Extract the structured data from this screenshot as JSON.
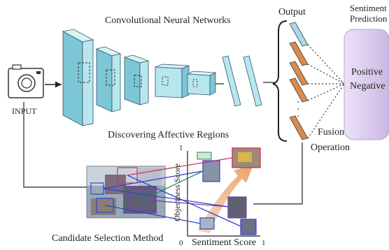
{
  "labels": {
    "cnn": "Convolutional Neural Networks",
    "output": "Output",
    "sentiment_prediction_line1": "Sentiment",
    "sentiment_prediction_line2": "Prediction",
    "positive": "Positive",
    "negative": "Negative",
    "input": "INPUT",
    "discovering": "Discovering Affective Regions",
    "fusion_line1": "Fusion",
    "fusion_line2": "Operation",
    "candidate": "Candidate Selection Method",
    "objectness": "Objectness Score",
    "sentiment_score": "Sentiment Score",
    "axis_one_top": "1",
    "axis_zero": "0",
    "axis_one_right": "1",
    "dots": "·"
  },
  "colors": {
    "layer_front": "#b8e6ee",
    "layer_side": "#7cc6d6",
    "layer_top": "#d9f2f6",
    "output_orange": "#d98a4c",
    "output_blue": "#a9d8e6",
    "prediction_box": "#d7c5ea",
    "arrow_band": "#f0b07a"
  }
}
